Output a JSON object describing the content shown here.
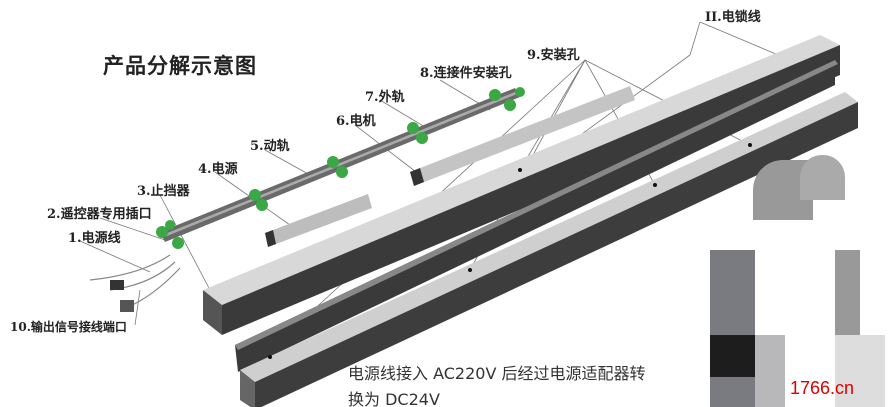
{
  "title": "产品分解示意图",
  "labels": {
    "l1": "1.电源线",
    "l2": "2.遥控器专用插口",
    "l3": "3.止挡器",
    "l4": "4.电源",
    "l5": "5.动轨",
    "l6": "6.电机",
    "l7": "7.外轨",
    "l8": "8.连接件安装孔",
    "l9": "9.安装孔",
    "l10": "10.输出信号接线端口",
    "l11": "II.电锁线"
  },
  "caption": {
    "line1": "电源线接入 AC220V 后经过电源适配器转",
    "line2": "换为 DC24V"
  },
  "watermark": "1766.cn",
  "colors": {
    "rail_dark": "#3a3a3a",
    "rail_light": "#bdbdbd",
    "roller": "#3aa845",
    "watermark": "#dd0000"
  }
}
